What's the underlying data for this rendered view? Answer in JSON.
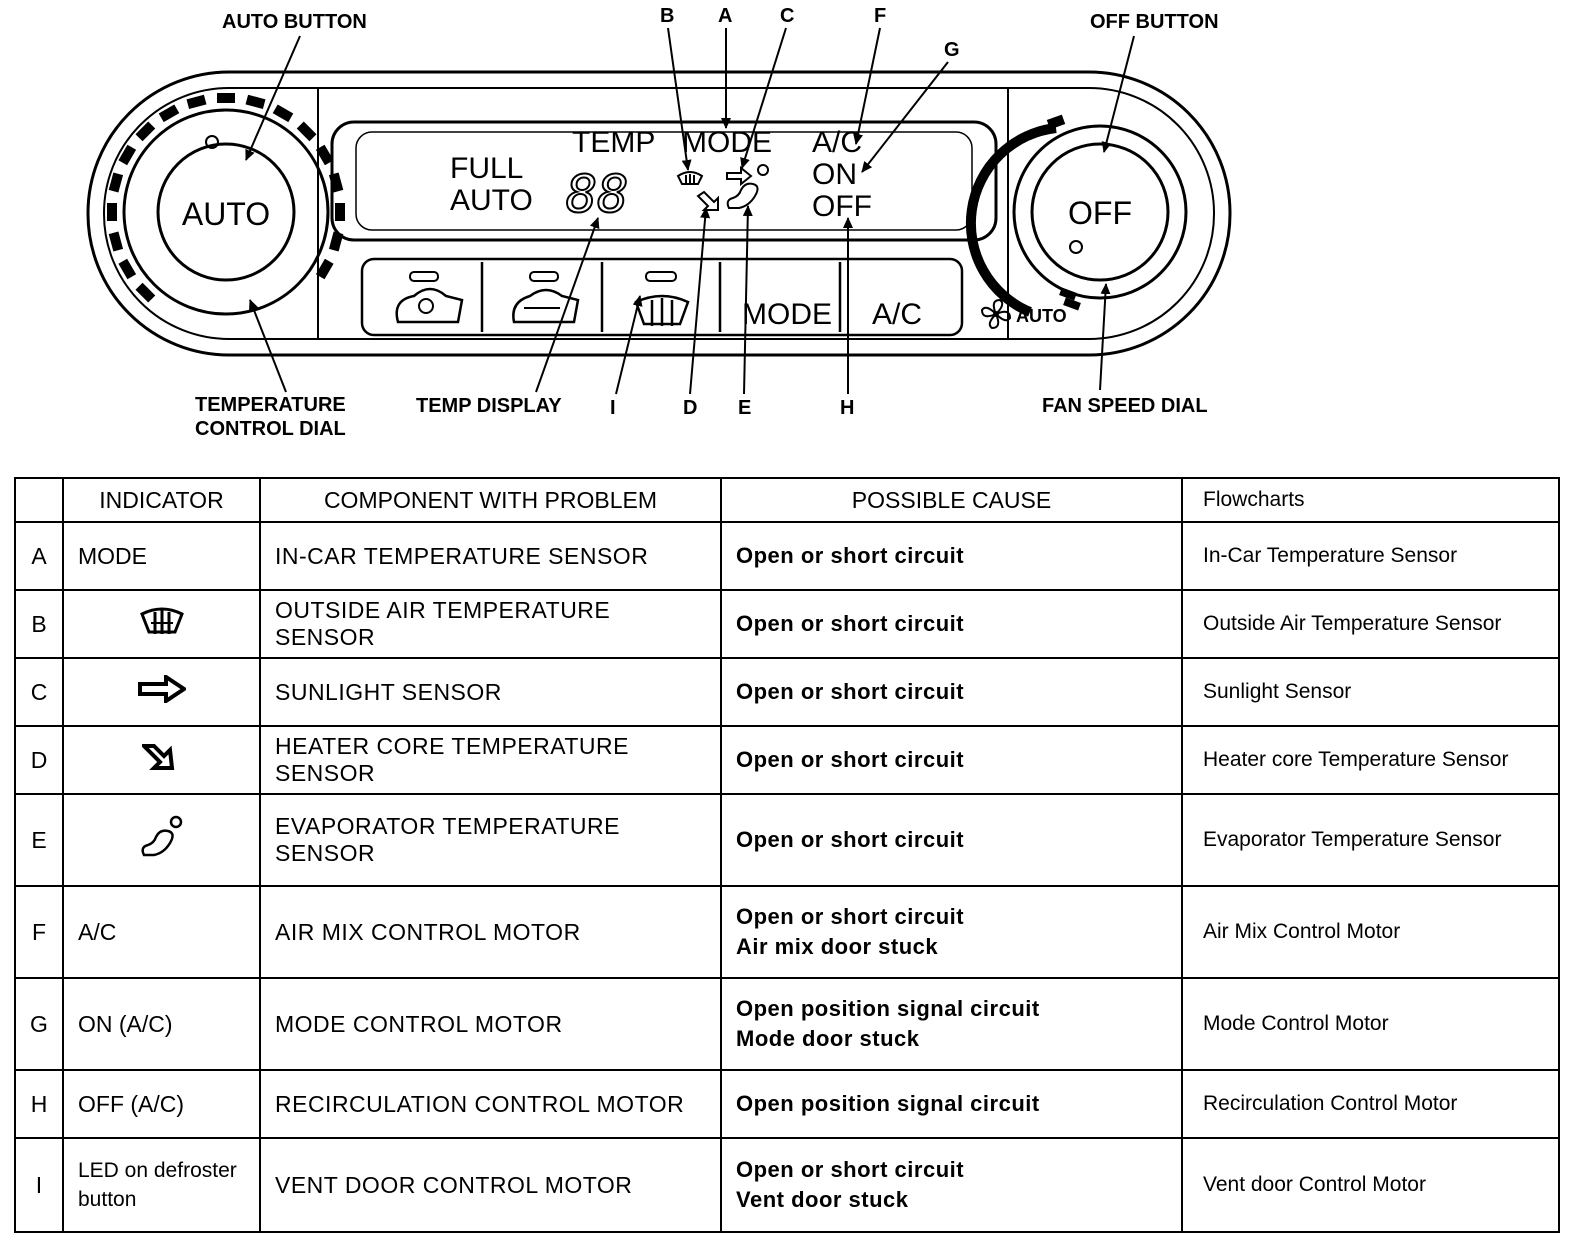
{
  "diagram": {
    "callouts": {
      "auto_button": "AUTO BUTTON",
      "off_button": "OFF BUTTON",
      "temp_dial_line1": "TEMPERATURE",
      "temp_dial_line2": "CONTROL DIAL",
      "temp_display": "TEMP DISPLAY",
      "fan_speed_dial": "FAN SPEED DIAL",
      "letters": {
        "A": "A",
        "B": "B",
        "C": "C",
        "F": "F",
        "G": "G",
        "I": "I",
        "D": "D",
        "E": "E",
        "H": "H"
      }
    },
    "panel": {
      "auto_knob": "AUTO",
      "off_knob": "OFF",
      "lcd": {
        "full": "FULL",
        "auto": "AUTO",
        "temp": "TEMP",
        "temp_value": "88",
        "mode": "MODE",
        "ac": "A/C",
        "on": "ON",
        "off": "OFF"
      },
      "buttons": {
        "mode": "MODE",
        "ac": "A/C"
      },
      "fan_auto": "AUTO"
    }
  },
  "table": {
    "headers": {
      "indicator": "INDICATOR",
      "component": "COMPONENT WITH PROBLEM",
      "cause": "POSSIBLE CAUSE",
      "flowcharts": "Flowcharts"
    },
    "rows": [
      {
        "letter": "A",
        "indicator": "MODE",
        "icon": "",
        "component": "IN-CAR TEMPERATURE SENSOR",
        "cause1": "Open or short circuit",
        "cause2": "",
        "flowchart": "In-Car Temperature Sensor"
      },
      {
        "letter": "B",
        "indicator": "",
        "icon": "defrost-icon",
        "component": "OUTSIDE AIR TEMPERATURE SENSOR",
        "cause1": "Open or short circuit",
        "cause2": "",
        "flowchart": "Outside Air Temperature Sensor"
      },
      {
        "letter": "C",
        "indicator": "",
        "icon": "arrow-right-icon",
        "component": "SUNLIGHT SENSOR",
        "cause1": "Open or short circuit",
        "cause2": "",
        "flowchart": "Sunlight Sensor"
      },
      {
        "letter": "D",
        "indicator": "",
        "icon": "floor-arrow-icon",
        "component": "HEATER CORE TEMPERATURE SENSOR",
        "cause1": "Open or short circuit",
        "cause2": "",
        "flowchart": "Heater core Temperature Sensor"
      },
      {
        "letter": "E",
        "indicator": "",
        "icon": "seated-person-icon",
        "component": "EVAPORATOR TEMPERATURE SENSOR",
        "cause1": "Open or short circuit",
        "cause2": "",
        "flowchart": "Evaporator Temperature Sensor"
      },
      {
        "letter": "F",
        "indicator": "A/C",
        "icon": "",
        "component": "AIR MIX CONTROL MOTOR",
        "cause1": "Open or short circuit",
        "cause2": "Air mix door stuck",
        "flowchart": "Air Mix Control Motor"
      },
      {
        "letter": "G",
        "indicator": "ON (A/C)",
        "icon": "",
        "component": "MODE CONTROL MOTOR",
        "cause1": "Open position signal circuit",
        "cause2": "Mode door stuck",
        "flowchart": "Mode Control Motor"
      },
      {
        "letter": "H",
        "indicator": "OFF (A/C)",
        "icon": "",
        "component": "RECIRCULATION CONTROL MOTOR",
        "cause1": "Open position signal circuit",
        "cause2": "",
        "flowchart": "Recirculation Control Motor"
      },
      {
        "letter": "I",
        "indicator": "LED on defroster button",
        "icon": "",
        "component": "VENT DOOR CONTROL MOTOR",
        "cause1": "Open or short circuit",
        "cause2": "Vent door stuck",
        "flowchart": "Vent door Control Motor"
      }
    ]
  }
}
